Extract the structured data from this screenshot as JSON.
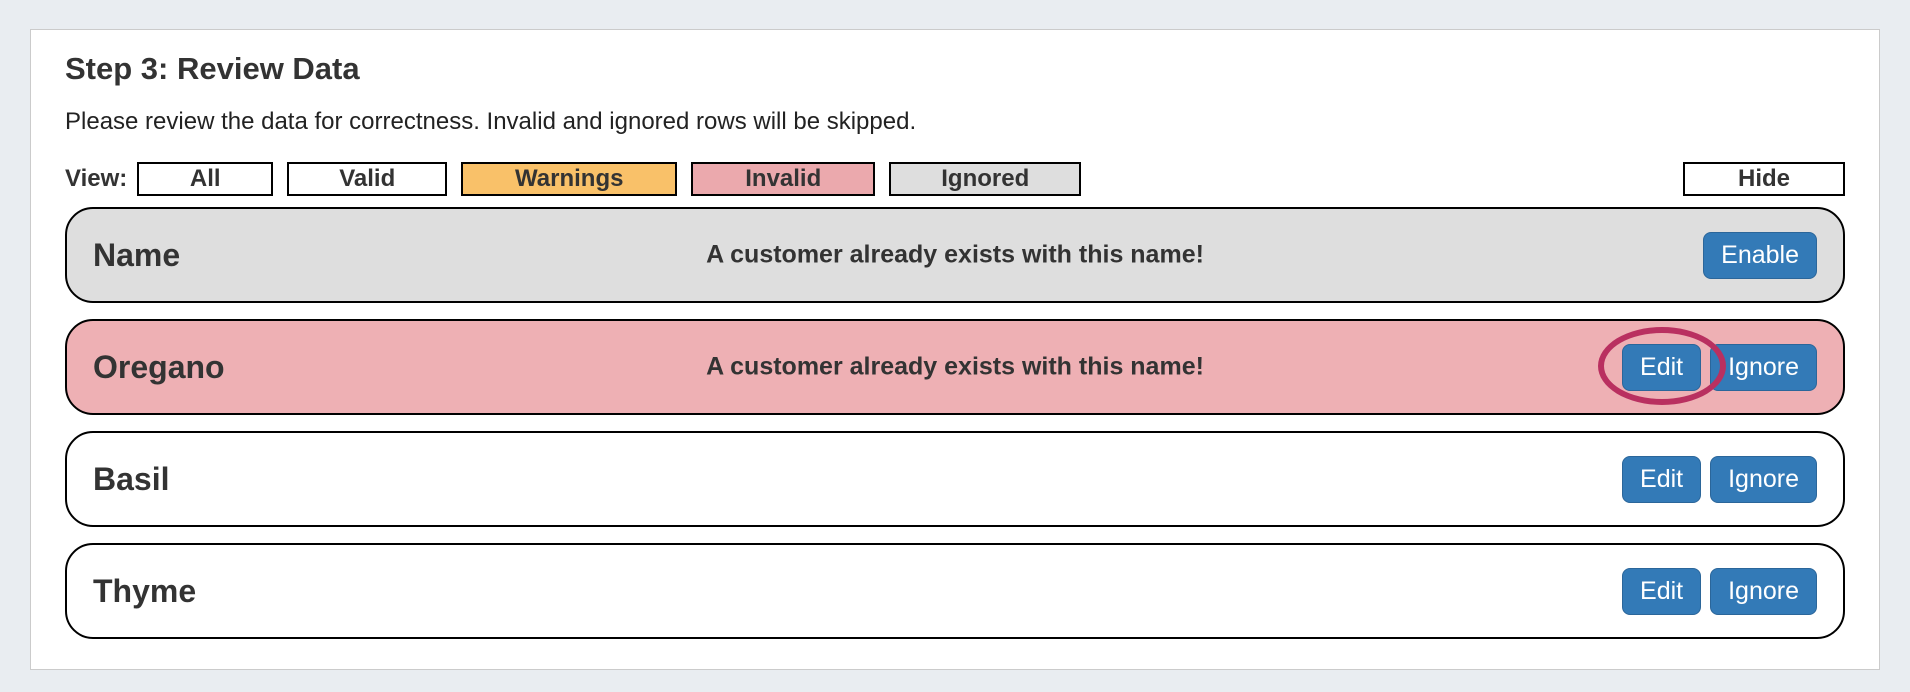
{
  "page": {
    "title": "Step 3: Review Data",
    "subtitle": "Please review the data for correctness. Invalid and ignored rows will be skipped."
  },
  "filters": {
    "view_label": "View:",
    "buttons": [
      {
        "label": "All",
        "variant": "default"
      },
      {
        "label": "Valid",
        "variant": "default"
      },
      {
        "label": "Warnings",
        "variant": "warning"
      },
      {
        "label": "Invalid",
        "variant": "invalid"
      },
      {
        "label": "Ignored",
        "variant": "ignored"
      }
    ],
    "hide_label": "Hide"
  },
  "rows": [
    {
      "name": "Name",
      "status": "ignored",
      "message": "A customer already exists with this name!",
      "actions": [
        "Enable"
      ]
    },
    {
      "name": "Oregano",
      "status": "invalid",
      "message": "A customer already exists with this name!",
      "actions": [
        "Edit",
        "Ignore"
      ],
      "annotated": true
    },
    {
      "name": "Basil",
      "status": "valid",
      "message": "",
      "actions": [
        "Edit",
        "Ignore"
      ]
    },
    {
      "name": "Thyme",
      "status": "valid",
      "message": "",
      "actions": [
        "Edit",
        "Ignore"
      ]
    }
  ],
  "annotation": {
    "shape": "ellipse",
    "target": "edit-button-oregano",
    "color": "#b93060"
  },
  "colors": {
    "warning": "#f9c169",
    "invalid_btn": "#eba9ad",
    "invalid_row": "#eeb0b4",
    "ignored": "#dedede",
    "action_blue": "#337ab7",
    "annotation": "#b93060"
  }
}
